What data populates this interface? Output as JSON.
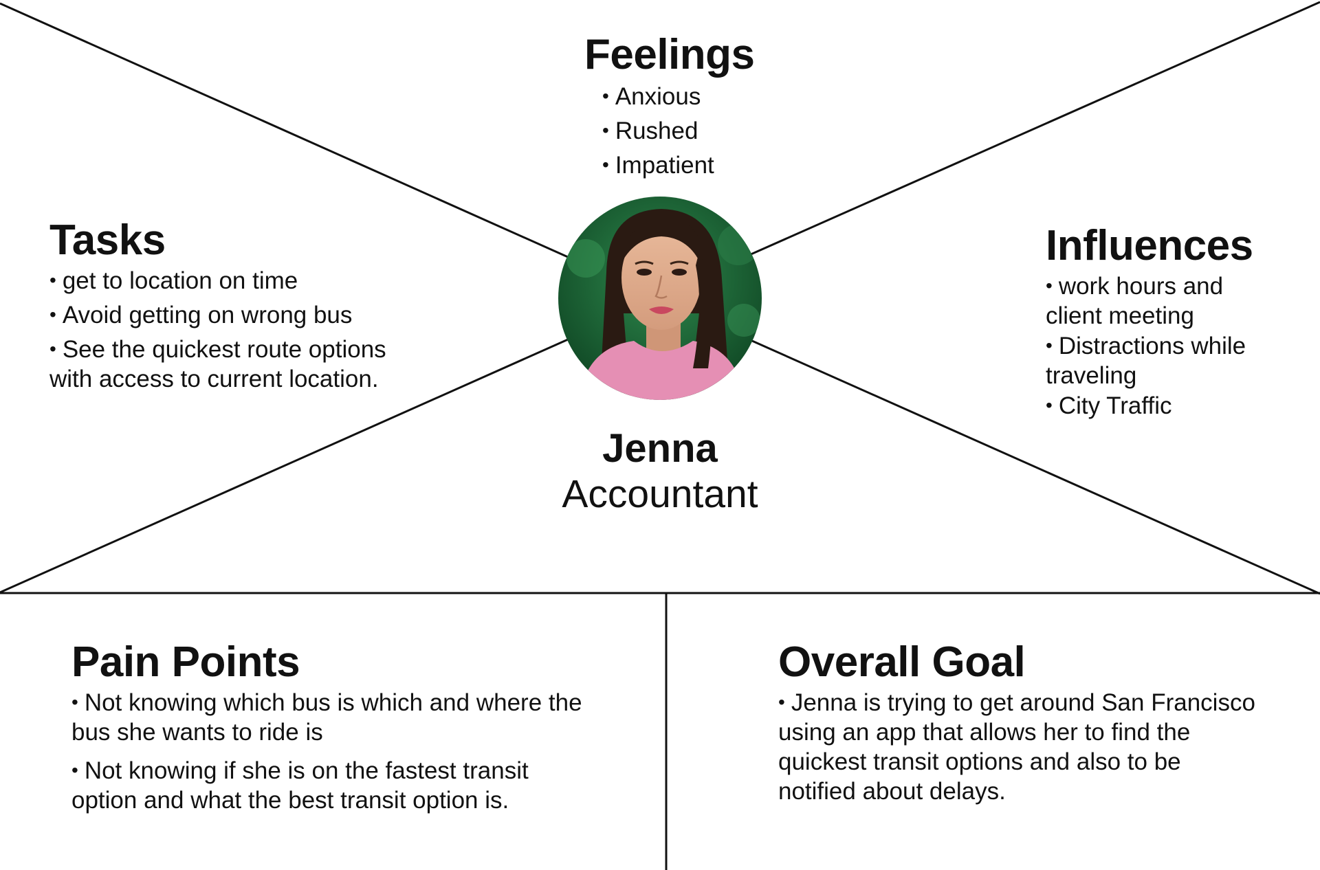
{
  "persona": {
    "name": "Jenna",
    "role": "Accountant",
    "photo": "woman-portrait-photo"
  },
  "feelings": {
    "title": "Feelings",
    "items": [
      "Anxious",
      "Rushed",
      "Impatient"
    ]
  },
  "tasks": {
    "title": "Tasks",
    "items": [
      "get to location on time",
      "Avoid getting on wrong bus",
      "See the quickest route options with access to current location."
    ]
  },
  "influences": {
    "title": "Influences",
    "items": [
      "work hours and client meeting",
      "Distractions while traveling",
      "City Traffic"
    ]
  },
  "pain_points": {
    "title": "Pain Points",
    "items": [
      "Not knowing which bus is which and where the bus she wants to ride is",
      "Not knowing if she is on the fastest transit option and what the best  transit option is."
    ]
  },
  "overall_goal": {
    "title": "Overall Goal",
    "items": [
      "Jenna is trying to get around San Francisco using an app that allows her to find the quickest transit options and also to be notified about delays."
    ]
  },
  "colors": {
    "text": "#111111",
    "lines": "#111111",
    "background": "#ffffff",
    "photo_shirt": "#e58fb4",
    "photo_foliage": "#1e6b3a"
  }
}
